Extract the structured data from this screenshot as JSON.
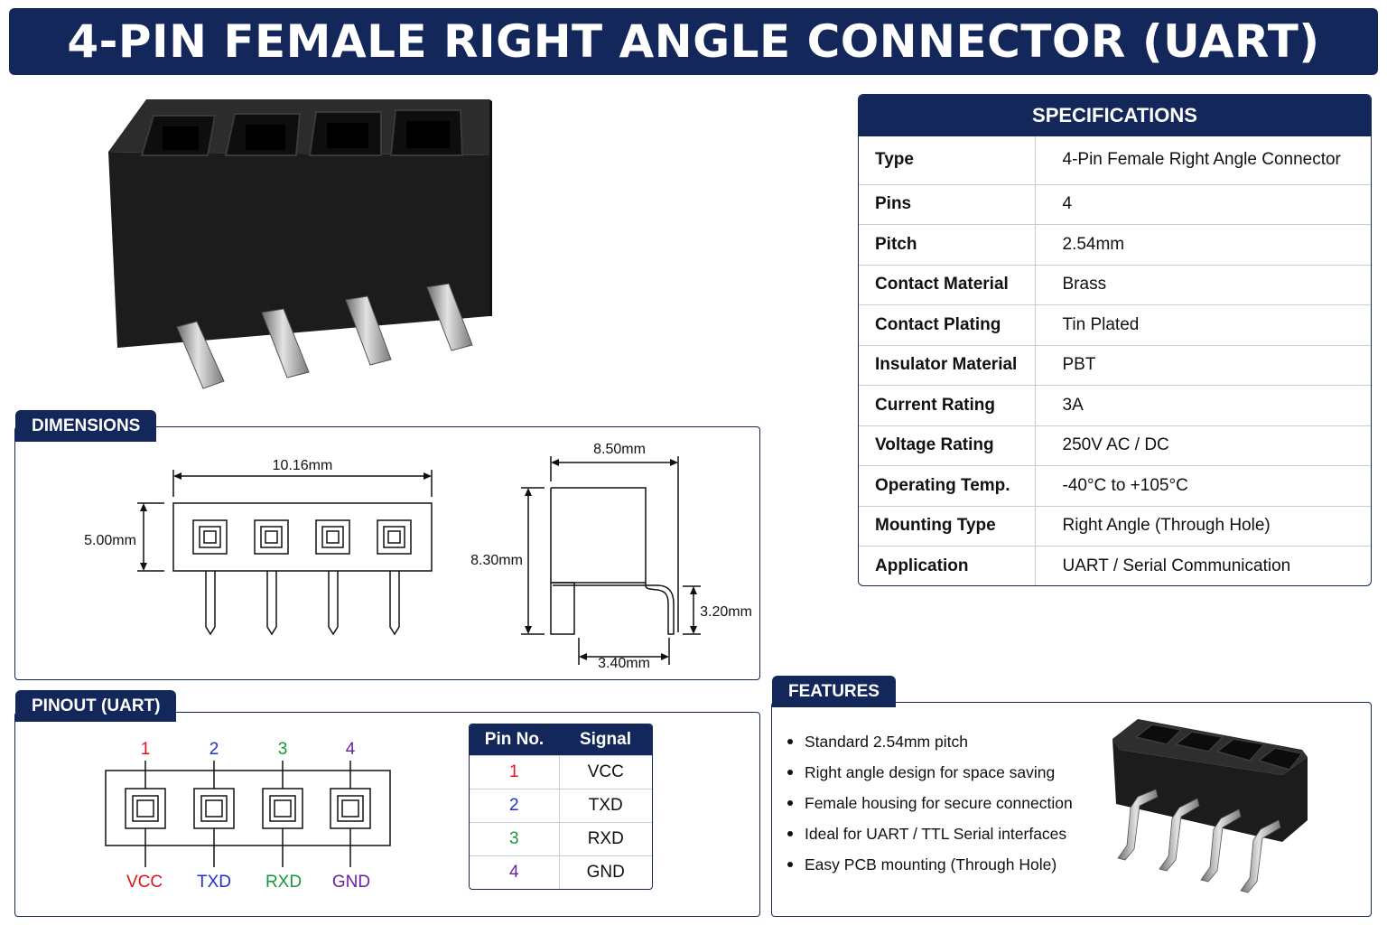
{
  "title": "4-PIN FEMALE RIGHT ANGLE CONNECTOR (UART)",
  "specifications": {
    "heading": "SPECIFICATIONS",
    "rows": [
      {
        "key": "Type",
        "value": "4-Pin Female Right Angle Connector"
      },
      {
        "key": "Pins",
        "value": "4"
      },
      {
        "key": "Pitch",
        "value": "2.54mm"
      },
      {
        "key": "Contact Material",
        "value": "Brass"
      },
      {
        "key": "Contact Plating",
        "value": "Tin Plated"
      },
      {
        "key": "Insulator Material",
        "value": "PBT"
      },
      {
        "key": "Current Rating",
        "value": "3A"
      },
      {
        "key": "Voltage Rating",
        "value": "250V AC / DC"
      },
      {
        "key": "Operating Temp.",
        "value": "-40°C to +105°C"
      },
      {
        "key": "Mounting Type",
        "value": "Right Angle (Through Hole)"
      },
      {
        "key": "Application",
        "value": "UART / Serial Communication"
      }
    ]
  },
  "dimensions": {
    "heading": "DIMENSIONS",
    "front_width": "10.16mm",
    "front_height": "5.00mm",
    "side_width": "8.50mm",
    "side_height": "8.30mm",
    "pin_drop": "3.20mm",
    "pin_offset": "3.40mm"
  },
  "pinout": {
    "heading": "PINOUT (UART)",
    "pins": [
      {
        "number": "1",
        "signal": "VCC",
        "color": "#e0141e"
      },
      {
        "number": "2",
        "signal": "TXD",
        "color": "#1d2fd8"
      },
      {
        "number": "3",
        "signal": "RXD",
        "color": "#12993c"
      },
      {
        "number": "4",
        "signal": "GND",
        "color": "#6a1fa8"
      }
    ],
    "table_headers": [
      "Pin No.",
      "Signal"
    ]
  },
  "features": {
    "heading": "FEATURES",
    "items": [
      "Standard 2.54mm pitch",
      "Right angle design for space saving",
      "Female housing for secure connection",
      "Ideal for UART / TTL Serial interfaces",
      "Easy PCB mounting (Through Hole)"
    ]
  },
  "colors": {
    "navy": "#14275a",
    "connector": "#1a1a1a",
    "pin_metal": "#b9b9b9"
  }
}
